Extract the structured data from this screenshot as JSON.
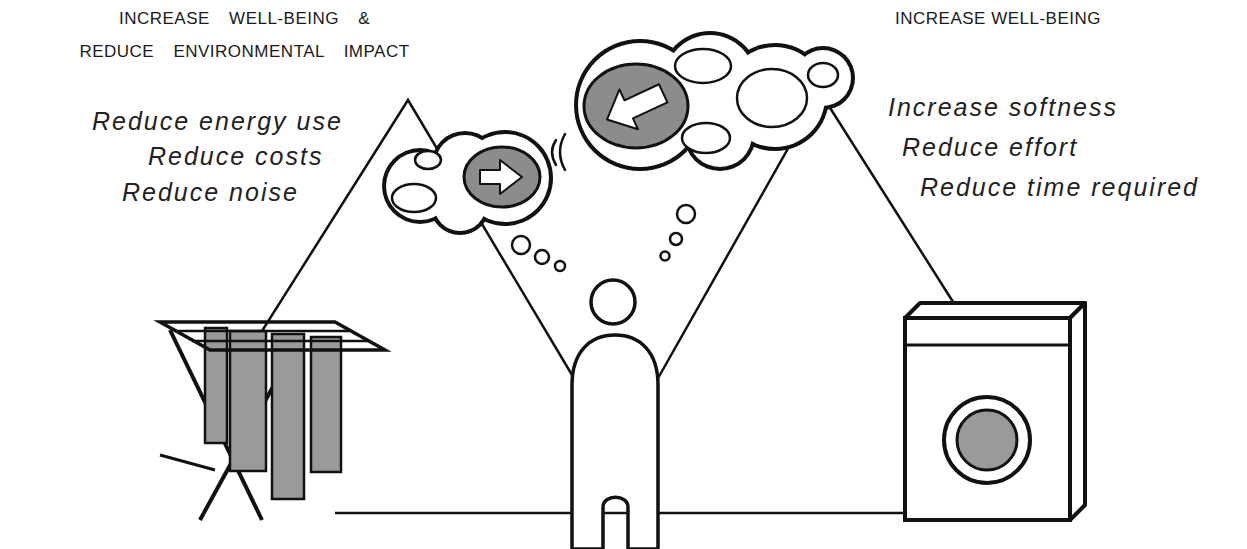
{
  "diagram": {
    "labels": [
      "INCREASE WELL-BEING & REDUCE ENVIRONMENTAL IMPACT",
      "Reduce energy use",
      "Reduce costs",
      "Reduce noise",
      "INCREASE WELL-BEING",
      "Increase softness",
      "Reduce effort",
      "Reduce time required"
    ]
  }
}
